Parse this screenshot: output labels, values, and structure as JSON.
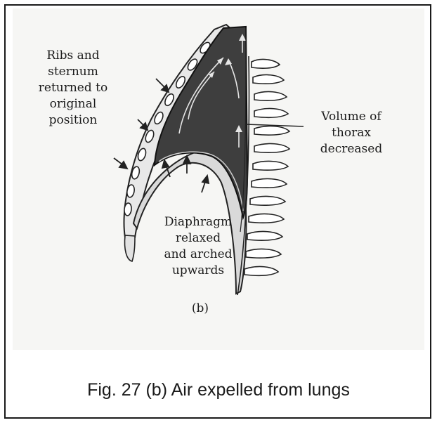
{
  "figure": {
    "labels": {
      "ribs": "Ribs and\nsternum\nreturned to\noriginal\nposition",
      "volume": "Volume of\nthorax\ndecreased",
      "diaphragm": "Diaphragm\nrelaxed\nand arched\nupwards",
      "panel": "(b)"
    },
    "caption": "Fig. 27 (b) Air expelled from lungs"
  }
}
